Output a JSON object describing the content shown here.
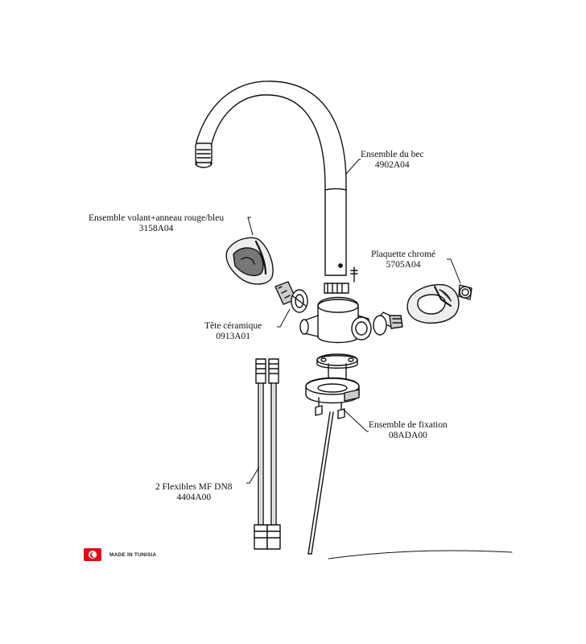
{
  "labels": {
    "spout": {
      "name": "Ensemble du bec",
      "code": "4902A04"
    },
    "handle": {
      "name": "Ensemble volant+anneau rouge/bleu",
      "code": "3158A04"
    },
    "plate": {
      "name": "Plaquette chromé",
      "code": "5705A04"
    },
    "ceramic": {
      "name": "Tête céramique",
      "code": "0913A01"
    },
    "fixing": {
      "name": "Ensemble de fixation",
      "code": "08ADA00"
    },
    "hoses": {
      "name": "2 Flexibles MF DN8",
      "code": "4404A00"
    }
  },
  "badge": {
    "text": "MADE IN TUNISIA",
    "flag_color": "#e30a17"
  }
}
